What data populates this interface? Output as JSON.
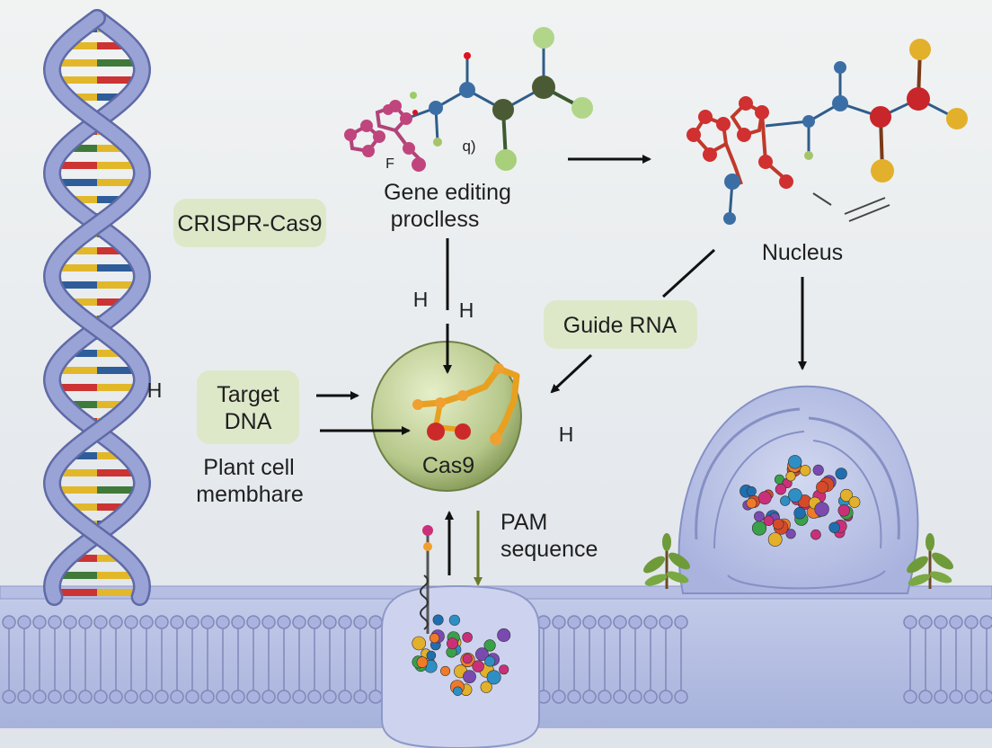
{
  "diagram": {
    "labels": {
      "crispr": "CRISPR-Cas9",
      "gene_editing": "Gene editing\nproclless",
      "nucleus": "Nucleus",
      "guide_rna": "Guide RNA",
      "target_dna": "Target\nDNA",
      "plant_cell_membrane": "Plant cell\nmembhare",
      "cas9": "Cas9",
      "pam_sequence": "PAM\nsequence",
      "h1": "H",
      "h2": "H",
      "h3": "H",
      "h4": "H",
      "molecule_f": "F",
      "molecule_q": "q)"
    },
    "colors": {
      "background_top": "#eef1f2",
      "background_bottom": "#dfe3e8",
      "label_fill": "#dde8c9",
      "dna_backbone": "#8b93c9",
      "membrane": "#a9b4dd",
      "cas9_sphere": "#b9c98f",
      "protein_orange": "#f0a030",
      "nucleus_fill": "#bcc4e6",
      "arrow": "#111111",
      "arrow_pam": "#6b7a2a"
    }
  }
}
